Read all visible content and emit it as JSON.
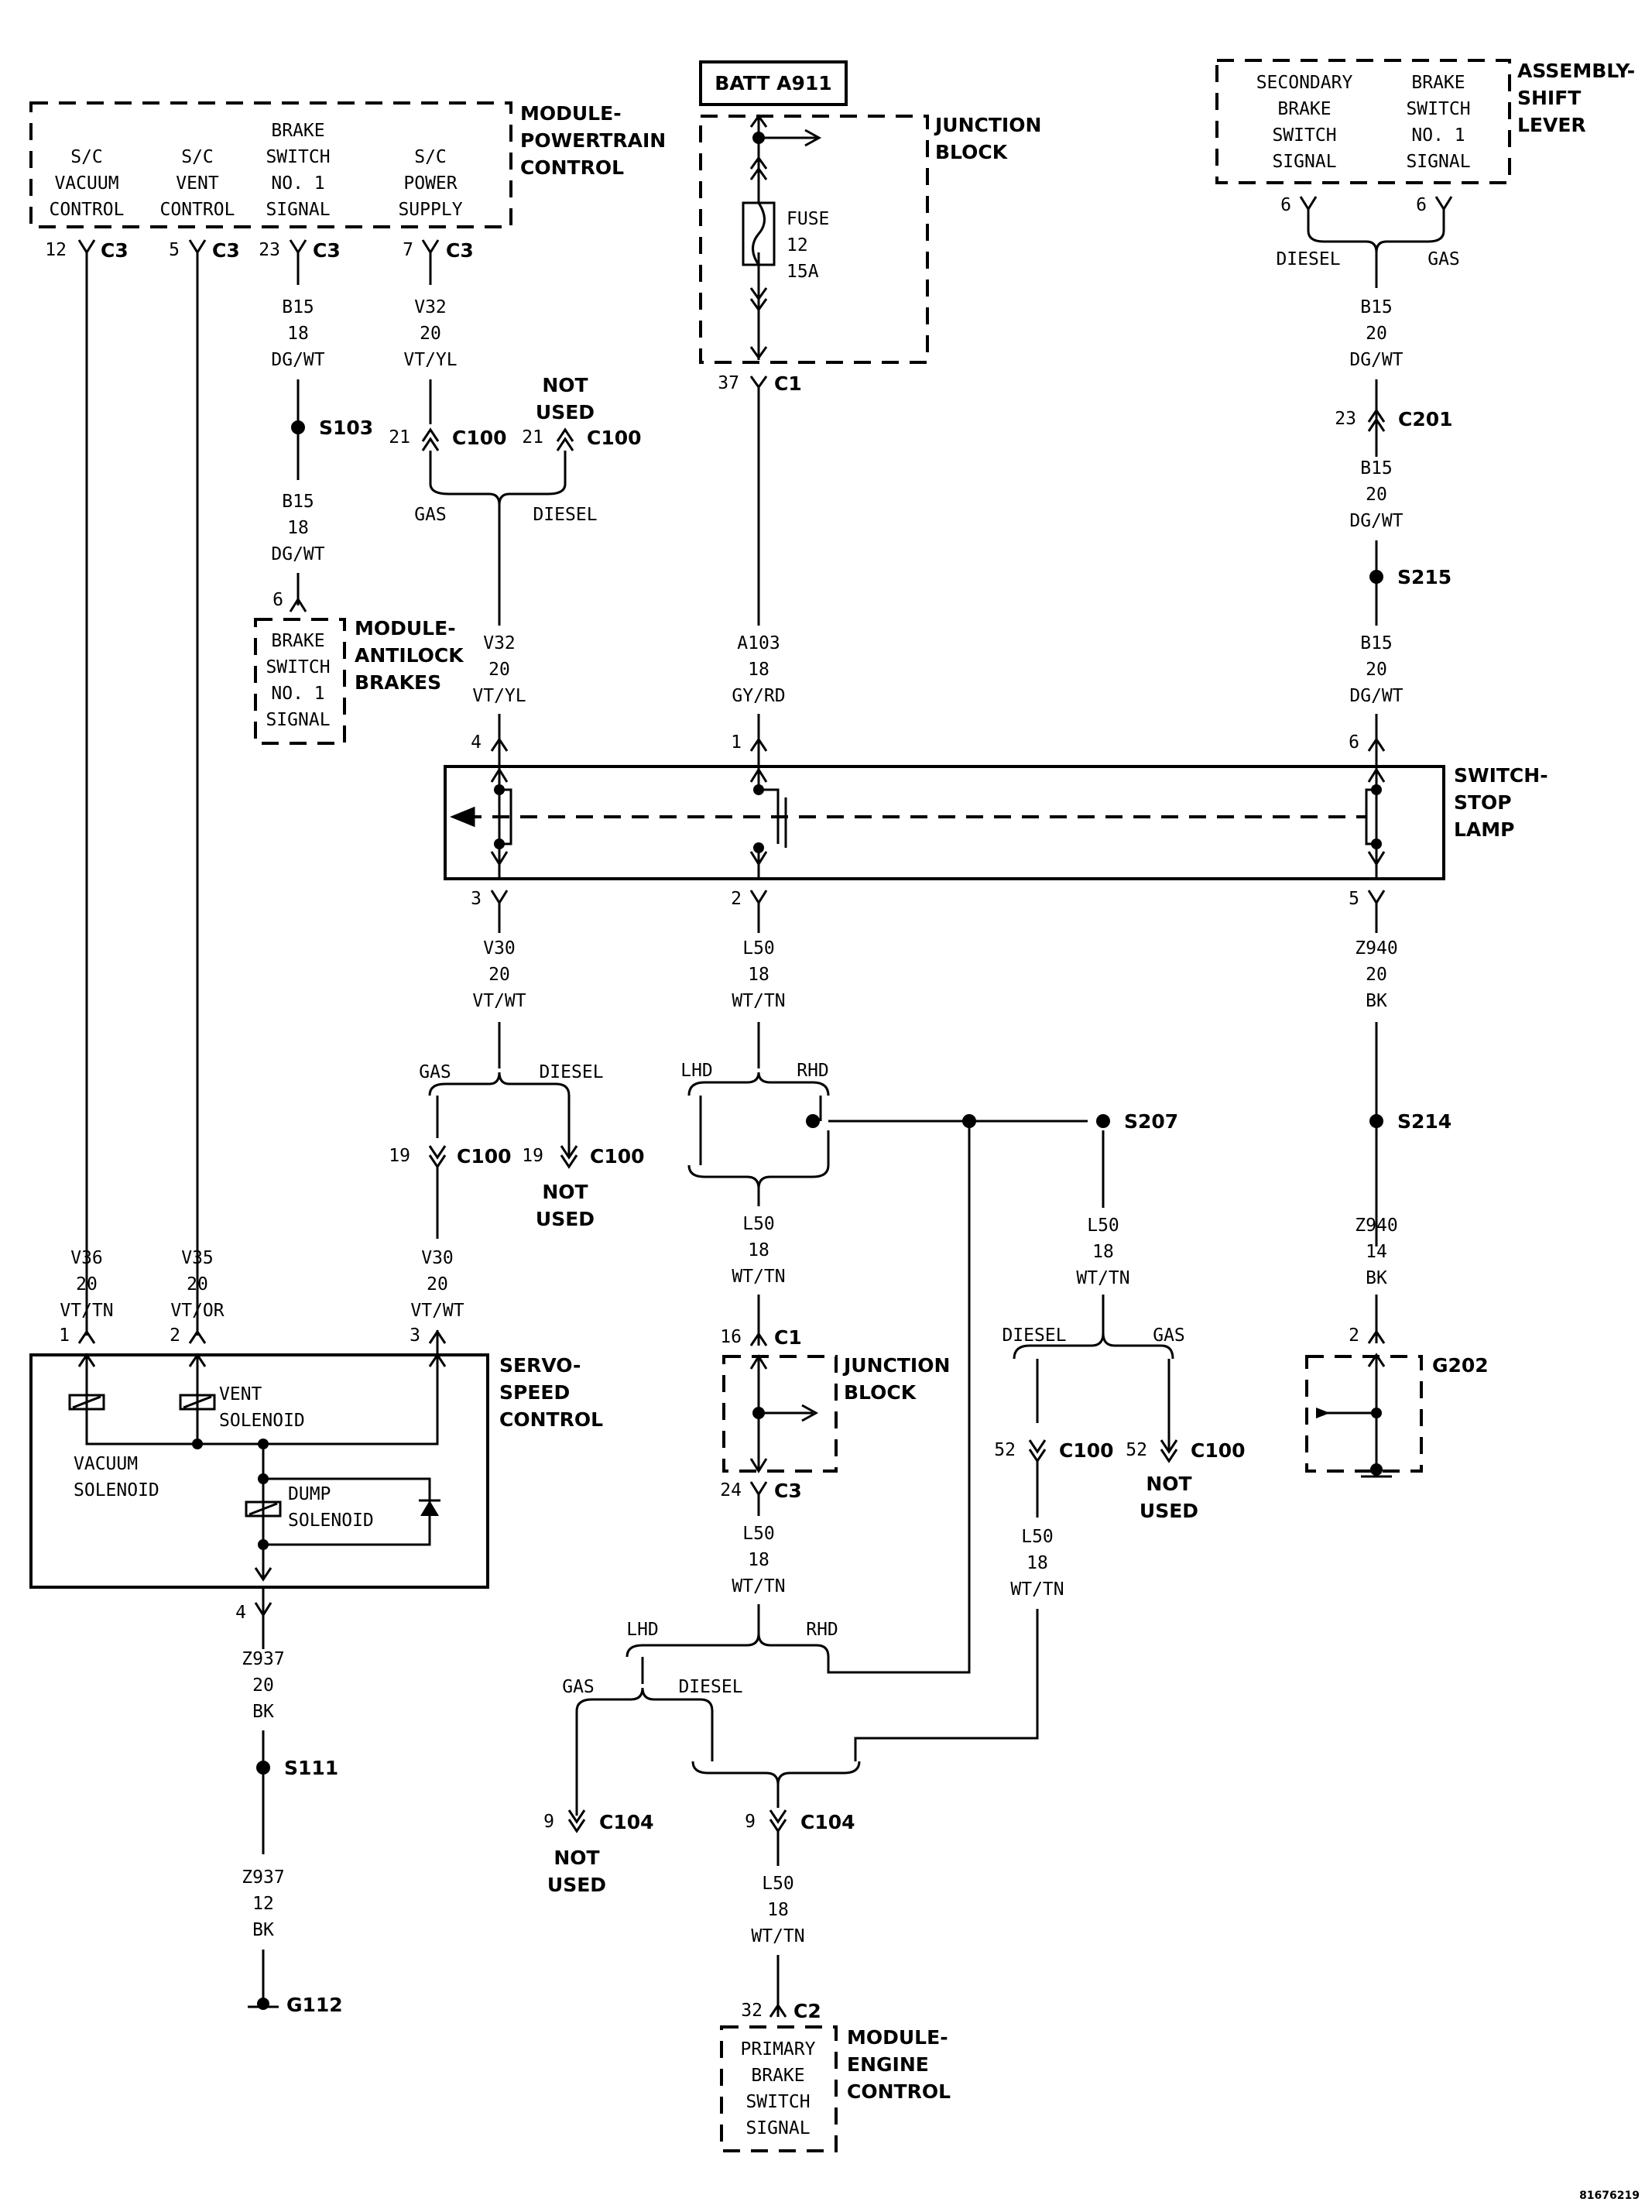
{
  "modules": {
    "pcm": {
      "title": [
        "MODULE-",
        "POWERTRAIN",
        "CONTROL"
      ],
      "pins": {
        "vacuum": [
          "S/C",
          "VACUUM",
          "CONTROL"
        ],
        "vent": [
          "S/C",
          "VENT",
          "CONTROL"
        ],
        "brake": [
          "BRAKE",
          "SWITCH",
          "NO. 1",
          "SIGNAL"
        ],
        "power": [
          "S/C",
          "POWER",
          "SUPPLY"
        ]
      }
    },
    "junction_top": {
      "title": [
        "JUNCTION",
        "BLOCK"
      ],
      "batt": "BATT A911",
      "fuse": [
        "FUSE",
        "12",
        "15A"
      ]
    },
    "shift": {
      "title": [
        "ASSEMBLY-",
        "SHIFT",
        "LEVER"
      ],
      "pins": {
        "secondary": [
          "SECONDARY",
          "BRAKE",
          "SWITCH",
          "SIGNAL"
        ],
        "brake": [
          "BRAKE",
          "SWITCH",
          "NO. 1",
          "SIGNAL"
        ]
      }
    },
    "abs": {
      "title": [
        "MODULE-",
        "ANTILOCK",
        "BRAKES"
      ],
      "pin": [
        "BRAKE",
        "SWITCH",
        "NO. 1",
        "SIGNAL"
      ]
    },
    "stop_lamp": {
      "title": [
        "SWITCH-",
        "STOP",
        "LAMP"
      ]
    },
    "servo": {
      "title": [
        "SERVO-",
        "SPEED",
        "CONTROL"
      ],
      "vent": [
        "VENT",
        "SOLENOID"
      ],
      "vacuum": [
        "VACUUM",
        "SOLENOID"
      ],
      "dump": [
        "DUMP",
        "SOLENOID"
      ]
    },
    "junction_bot": {
      "title": [
        "JUNCTION",
        "BLOCK"
      ]
    },
    "ecm": {
      "title": [
        "MODULE-",
        "ENGINE",
        "CONTROL"
      ],
      "pin": [
        "PRIMARY",
        "BRAKE",
        "SWITCH",
        "SIGNAL"
      ]
    }
  },
  "connectors": {
    "pcm_12": {
      "pin": "12",
      "name": "C3"
    },
    "pcm_5": {
      "pin": "5",
      "name": "C3"
    },
    "pcm_23": {
      "pin": "23",
      "name": "C3"
    },
    "pcm_7": {
      "pin": "7",
      "name": "C3"
    },
    "c100_21_gas": {
      "pin": "21",
      "name": "C100"
    },
    "c100_21_diesel": {
      "pin": "21",
      "name": "C100"
    },
    "jb_37": {
      "pin": "37",
      "name": "C1"
    },
    "shift_6a": {
      "pin": "6"
    },
    "shift_6b": {
      "pin": "6"
    },
    "c201_23": {
      "pin": "23",
      "name": "C201"
    },
    "abs_6": {
      "pin": "6"
    },
    "sw_4": {
      "pin": "4"
    },
    "sw_1": {
      "pin": "1"
    },
    "sw_6": {
      "pin": "6"
    },
    "sw_3": {
      "pin": "3"
    },
    "sw_2": {
      "pin": "2"
    },
    "sw_5": {
      "pin": "5"
    },
    "c100_19_gas": {
      "pin": "19",
      "name": "C100"
    },
    "c100_19_diesel": {
      "pin": "19",
      "name": "C100"
    },
    "servo_1": {
      "pin": "1"
    },
    "servo_2": {
      "pin": "2"
    },
    "servo_3": {
      "pin": "3"
    },
    "servo_4": {
      "pin": "4"
    },
    "jb_16": {
      "pin": "16",
      "name": "C1"
    },
    "jb_24": {
      "pin": "24",
      "name": "C3"
    },
    "c100_52_diesel": {
      "pin": "52",
      "name": "C100"
    },
    "c100_52_gas": {
      "pin": "52",
      "name": "C100"
    },
    "g202_2": {
      "pin": "2"
    },
    "c104_9_gas": {
      "pin": "9",
      "name": "C104"
    },
    "c104_9_diesel": {
      "pin": "9",
      "name": "C104"
    },
    "ecm_32": {
      "pin": "32",
      "name": "C2"
    }
  },
  "wires": {
    "b15_pcm": [
      "B15",
      "18",
      "DG/WT"
    ],
    "b15_abs": [
      "B15",
      "18",
      "DG/WT"
    ],
    "v32_top": [
      "V32",
      "20",
      "VT/YL"
    ],
    "v32_bot": [
      "V32",
      "20",
      "VT/YL"
    ],
    "a103": [
      "A103",
      "18",
      "GY/RD"
    ],
    "b15_shift": [
      "B15",
      "20",
      "DG/WT"
    ],
    "b15_c201": [
      "B15",
      "20",
      "DG/WT"
    ],
    "b15_sw": [
      "B15",
      "20",
      "DG/WT"
    ],
    "v30_top": [
      "V30",
      "20",
      "VT/WT"
    ],
    "l50_top": [
      "L50",
      "18",
      "WT/TN"
    ],
    "z940_top": [
      "Z940",
      "20",
      "BK"
    ],
    "v36": [
      "V36",
      "20",
      "VT/TN"
    ],
    "v35": [
      "V35",
      "20",
      "VT/OR"
    ],
    "v30_bot": [
      "V30",
      "20",
      "VT/WT"
    ],
    "l50_mid": [
      "L50",
      "18",
      "WT/TN"
    ],
    "l50_s207": [
      "L50",
      "18",
      "WT/TN"
    ],
    "z940_bot": [
      "Z940",
      "14",
      "BK"
    ],
    "l50_jb": [
      "L50",
      "18",
      "WT/TN"
    ],
    "l50_c100": [
      "L50",
      "18",
      "WT/TN"
    ],
    "z937_top": [
      "Z937",
      "20",
      "BK"
    ],
    "z937_bot": [
      "Z937",
      "12",
      "BK"
    ],
    "l50_ecm": [
      "L50",
      "18",
      "WT/TN"
    ]
  },
  "splices": {
    "s103": "S103",
    "s215": "S215",
    "s207": "S207",
    "s214": "S214",
    "s111": "S111"
  },
  "grounds": {
    "g112": "G112",
    "g202": "G202"
  },
  "options": {
    "gas": "GAS",
    "diesel": "DIESEL",
    "lhd": "LHD",
    "rhd": "RHD",
    "not_used": [
      "NOT",
      "USED"
    ]
  },
  "figure_id": "81676219"
}
